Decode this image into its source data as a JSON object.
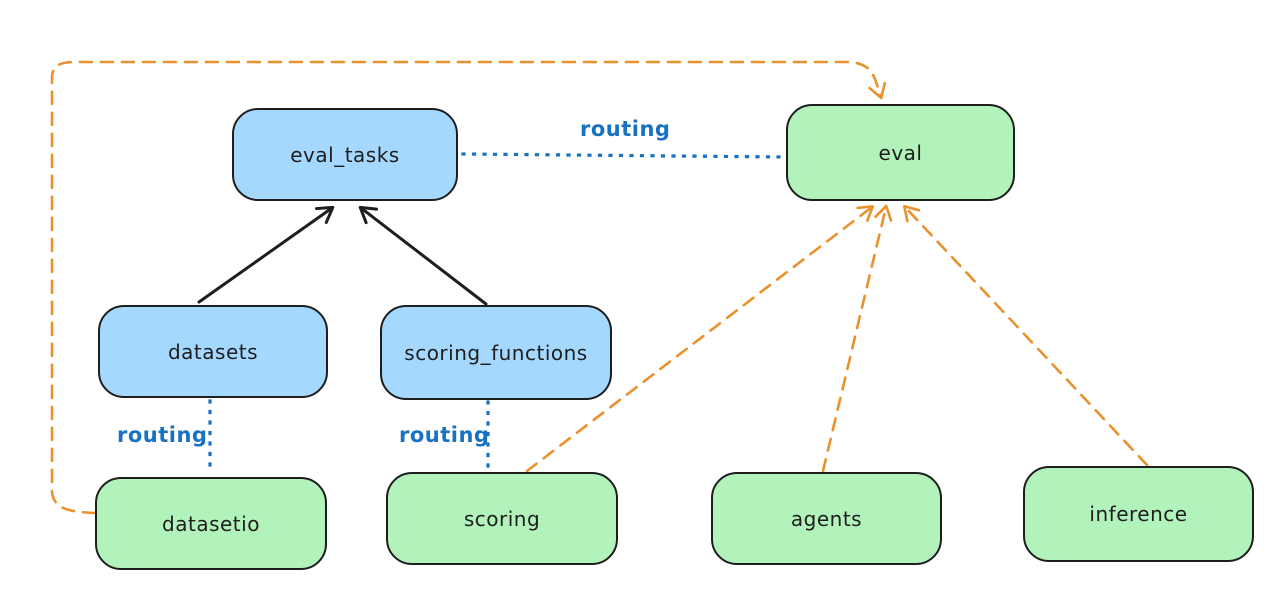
{
  "diagram": {
    "background": "#ffffff",
    "colors": {
      "node_blue_fill": "#a5d8ff",
      "node_green_fill": "#b2f2bb",
      "node_stroke": "#1e1e1e",
      "solid_arrow": "#1e1e1e",
      "dashed_arrow_orange": "#e8912d",
      "routing_blue": "#1971c2"
    },
    "nodes": {
      "eval_tasks": {
        "label": "eval_tasks",
        "color": "blue"
      },
      "eval": {
        "label": "eval",
        "color": "green"
      },
      "datasets": {
        "label": "datasets",
        "color": "blue"
      },
      "scoring_functions": {
        "label": "scoring_functions",
        "color": "blue"
      },
      "datasetio": {
        "label": "datasetio",
        "color": "green"
      },
      "scoring": {
        "label": "scoring",
        "color": "green"
      },
      "agents": {
        "label": "agents",
        "color": "green"
      },
      "inference": {
        "label": "inference",
        "color": "green"
      }
    },
    "edge_labels": {
      "routing_top": "routing",
      "routing_datasets": "routing",
      "routing_scoring": "routing"
    },
    "edges": [
      {
        "from": "datasets",
        "to": "eval_tasks",
        "style": "solid",
        "color": "black",
        "arrow": "end"
      },
      {
        "from": "scoring_functions",
        "to": "eval_tasks",
        "style": "solid",
        "color": "black",
        "arrow": "end"
      },
      {
        "from": "eval_tasks",
        "to": "eval",
        "style": "dotted",
        "color": "blue",
        "arrow": "none",
        "label": "routing"
      },
      {
        "from": "datasets",
        "to": "datasetio",
        "style": "dotted",
        "color": "blue",
        "arrow": "none",
        "label": "routing"
      },
      {
        "from": "scoring_functions",
        "to": "scoring",
        "style": "dotted",
        "color": "blue",
        "arrow": "none",
        "label": "routing"
      },
      {
        "from": "datasetio",
        "to": "eval",
        "style": "dashed",
        "color": "orange",
        "arrow": "end",
        "route": "around-left-and-top"
      },
      {
        "from": "scoring",
        "to": "eval",
        "style": "dashed",
        "color": "orange",
        "arrow": "end"
      },
      {
        "from": "agents",
        "to": "eval",
        "style": "dashed",
        "color": "orange",
        "arrow": "end"
      },
      {
        "from": "inference",
        "to": "eval",
        "style": "dashed",
        "color": "orange",
        "arrow": "end"
      }
    ]
  }
}
